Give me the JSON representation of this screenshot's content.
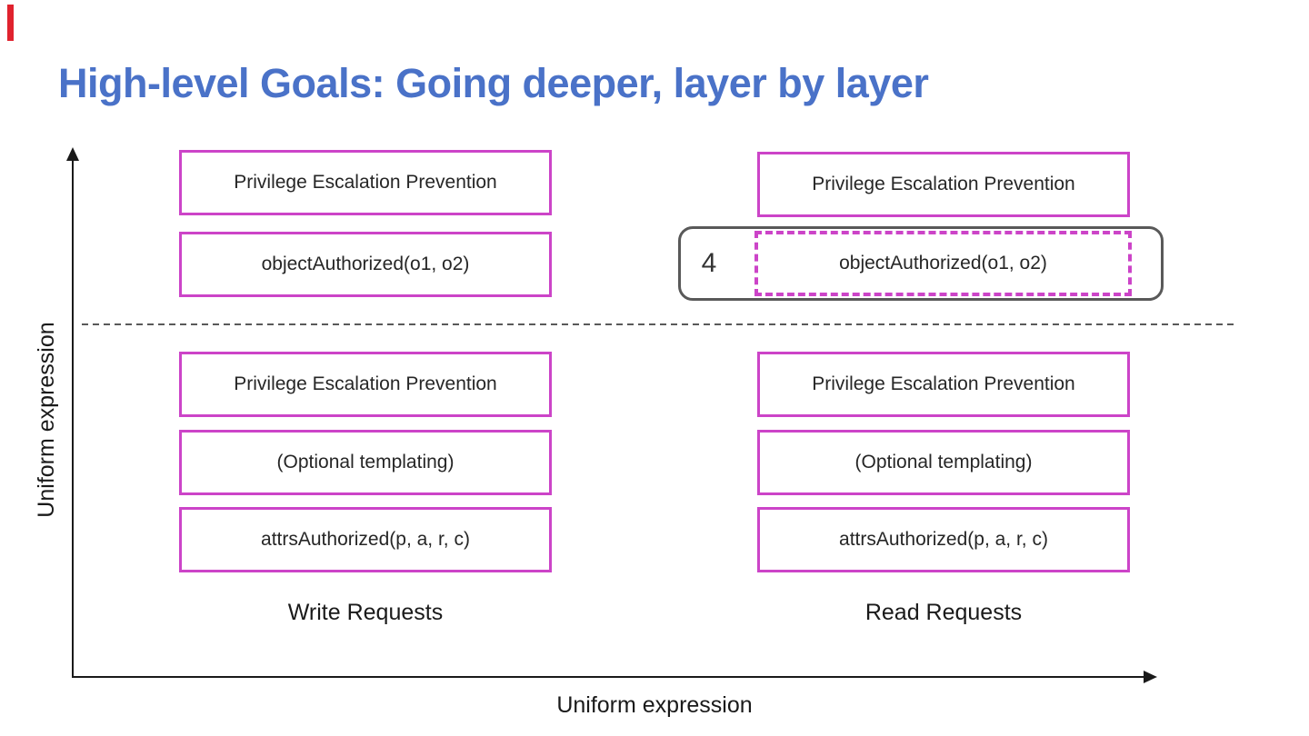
{
  "title": "High-level Goals: Going deeper, layer by layer",
  "colors": {
    "title": "#4a72c8",
    "box_border": "#cc44c8",
    "highlight_container_border": "#595959",
    "divider": "#595959",
    "axis": "#1a1a1a",
    "accent_bar": "#e0222e",
    "text": "#262626"
  },
  "axes": {
    "y_label": "Uniform expression",
    "x_label": "Uniform expression"
  },
  "write_column": {
    "label": "Write Requests",
    "upper_boxes": [
      "Privilege Escalation Prevention",
      "objectAuthorized(o1, o2)"
    ],
    "lower_boxes": [
      "Privilege Escalation Prevention",
      "(Optional templating)",
      "attrsAuthorized(p, a, r, c)"
    ]
  },
  "read_column": {
    "label": "Read Requests",
    "upper_box": "Privilege Escalation Prevention",
    "step_number": "4",
    "highlighted_box": "objectAuthorized(o1, o2)",
    "lower_boxes": [
      "Privilege Escalation Prevention",
      "(Optional templating)",
      "attrsAuthorized(p, a, r, c)"
    ]
  }
}
